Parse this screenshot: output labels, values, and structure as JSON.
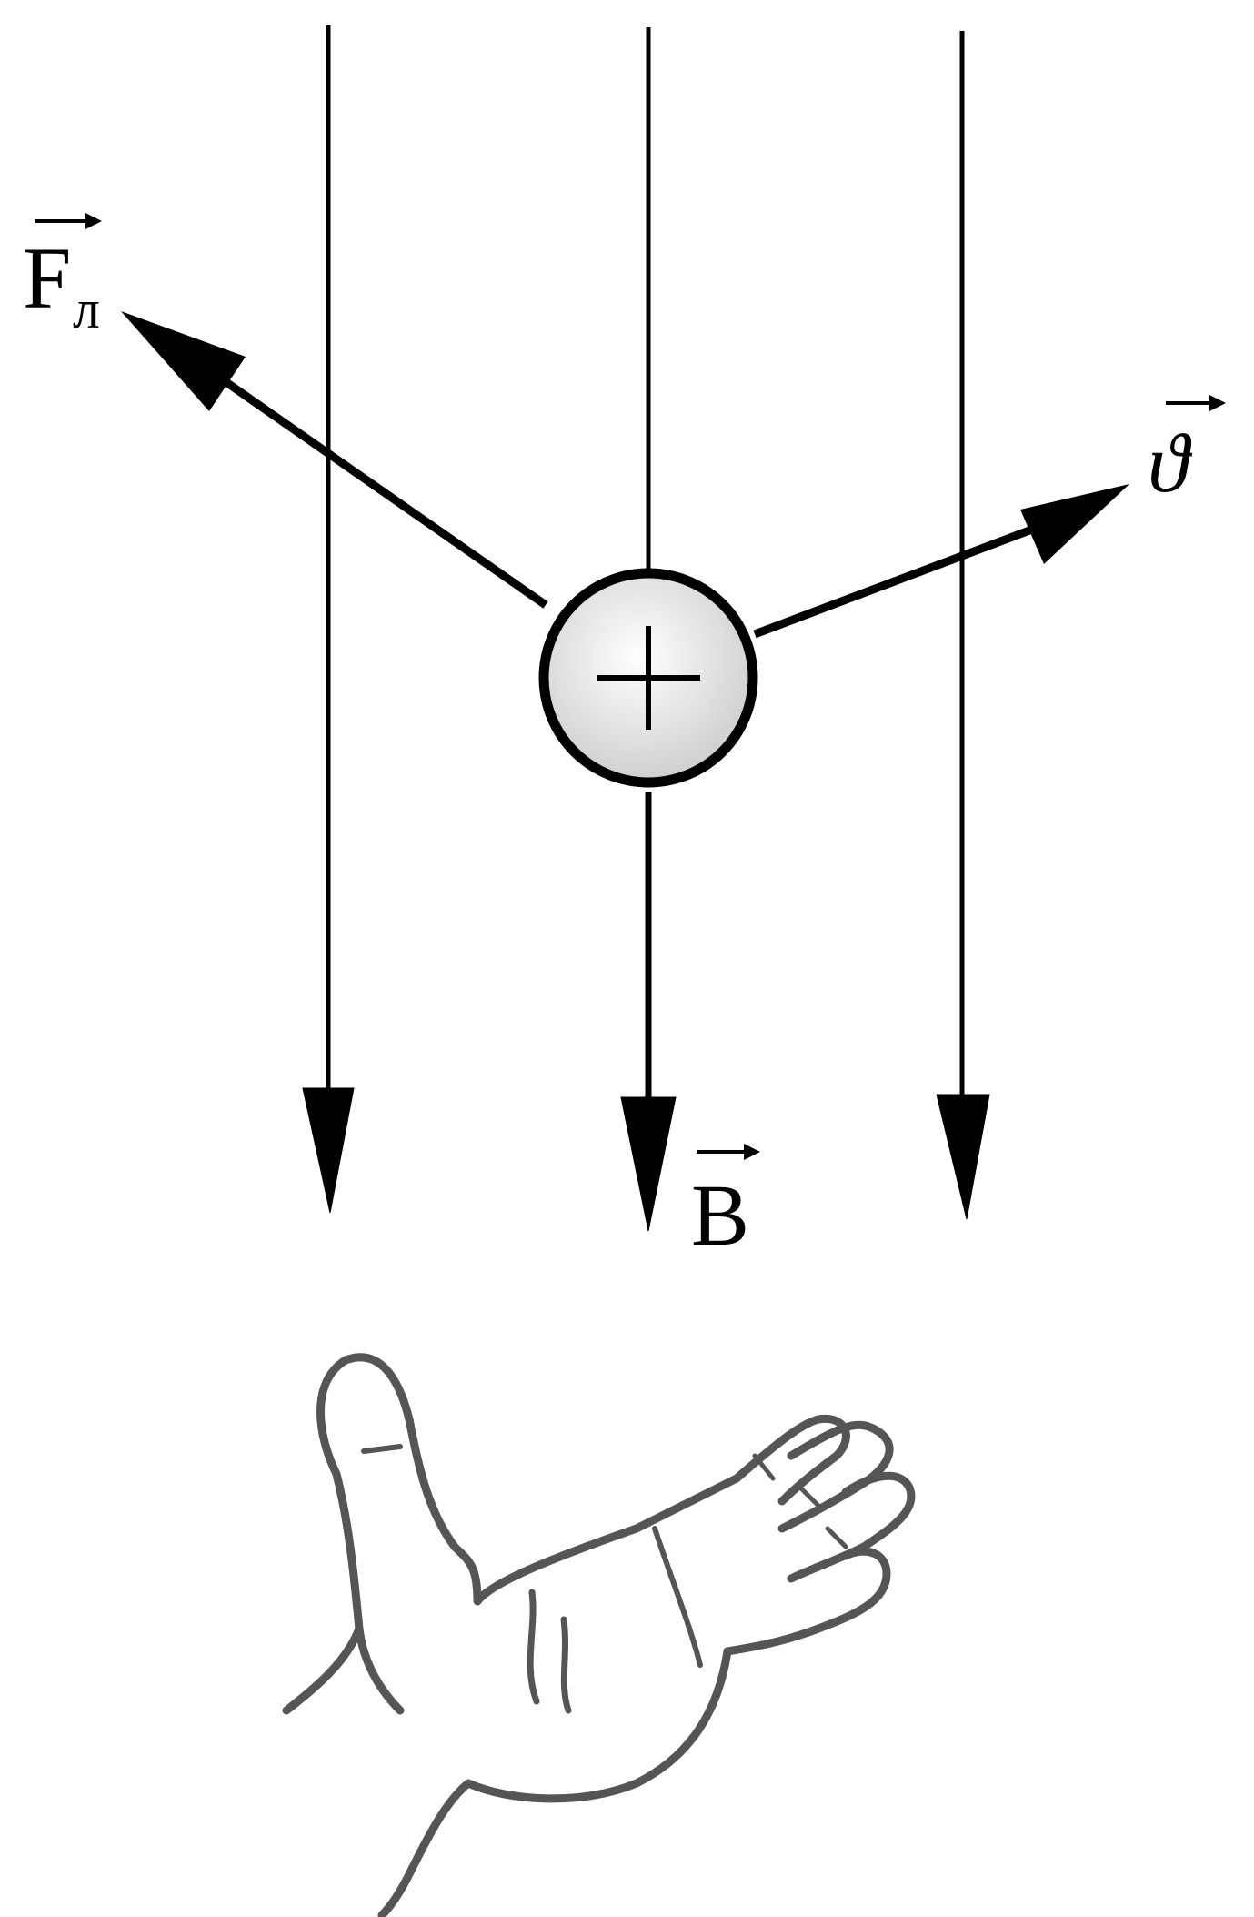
{
  "diagram": {
    "labels": {
      "force_symbol": "F",
      "force_subscript": "л",
      "velocity_symbol": "ϑ",
      "field_symbol": "B"
    },
    "charge": {
      "sign": "+"
    },
    "icons": {
      "particle": "positive-charge-icon",
      "hand": "left-hand-icon"
    },
    "colors": {
      "line": "#000000",
      "particle_fill": "#e6e6e6",
      "background": "#ffffff"
    }
  }
}
